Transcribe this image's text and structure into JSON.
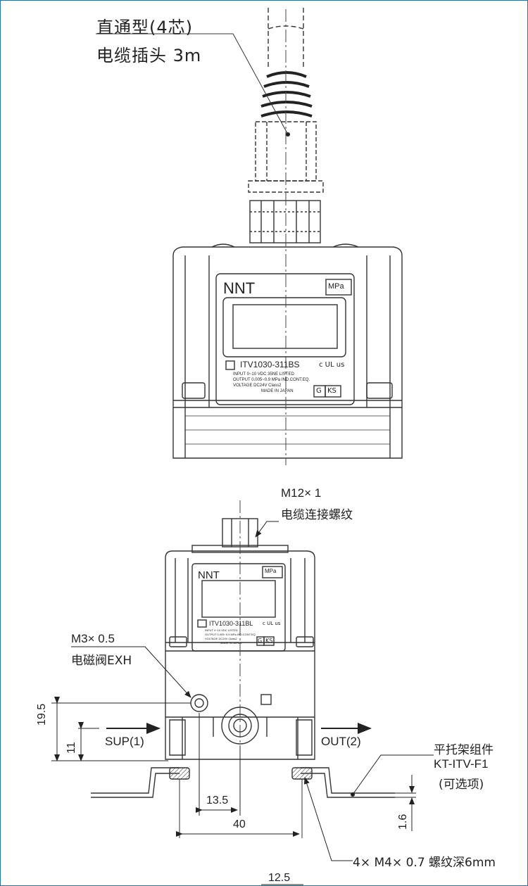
{
  "top_view": {
    "cable_label_line1": "直通型(4芯)",
    "cable_label_line2": "电缆插头 3m",
    "brand": "NNT",
    "unit_badge": "MPa",
    "model": "ITV1030-311BS",
    "cert_mark": "c UL us",
    "spec_rows": [
      [
        "INPUT",
        "0~10",
        "VDC",
        "35NE LISTED"
      ],
      [
        "OUTPUT",
        "0.005~0.9 MPa",
        "",
        "IND.CONT.EQ."
      ],
      [
        "VOLTAGE",
        "DC24V",
        "Class2",
        ""
      ]
    ],
    "made_in": "MADE IN JAPAN",
    "g_mark": "G",
    "ks_mark": "KS"
  },
  "front_view": {
    "thread_label_line1": "M12× 1",
    "thread_label_line2": "电缆连接螺纹",
    "brand": "NNT",
    "unit_badge": "MPa",
    "model": "ITV1030-311BL",
    "cert_mark": "c UL us",
    "spec_rows": [
      [
        "INPUT",
        "0~10",
        "VDC",
        "LISTED"
      ],
      [
        "OUTPUT",
        "0.005~0.9 MPa",
        "",
        "IND.CONT.EQ."
      ],
      [
        "VOLTAGE",
        "DC24V",
        "Class2",
        ""
      ]
    ],
    "made_in": "MADE IN JAPAN",
    "g_mark": "G",
    "ks_mark": "KS",
    "exh_label_line1": "M3× 0.5",
    "exh_label_line2": "电磁阀EXH",
    "sup_label": "SUP(1)",
    "out_label": "OUT(2)",
    "bracket_label_line1": "平托架组件",
    "bracket_label_line2": "KT-ITV-F1",
    "bracket_label_line3": "(可选项)",
    "screw_label": "4× M4× 0.7 螺纹深6mm",
    "dimensions": {
      "height_total": "19.5",
      "height_port": "11",
      "offset_port": "13.5",
      "width_holes": "40",
      "bracket_thickness": "1.6",
      "bottom_dim": "12.5"
    }
  }
}
